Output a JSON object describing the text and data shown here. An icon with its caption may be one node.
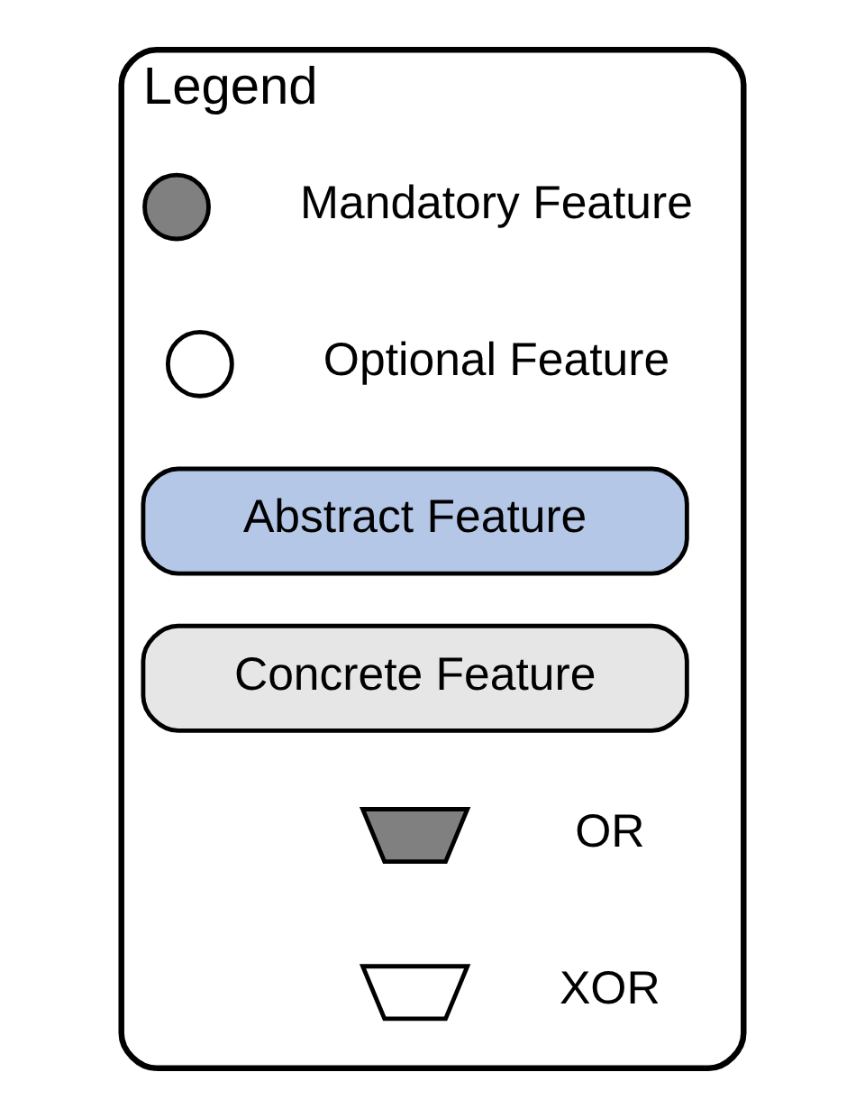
{
  "diagram": {
    "nodes": [
      {
        "text": [
          "Legend"
        ]
      },
      {
        "text": [],
        "shape": "circle",
        "in": 0
      },
      {
        "text": [],
        "shape": "circle",
        "in": 0
      },
      {
        "text": [
          "Abstract Feature"
        ],
        "in": 0
      },
      {
        "text": [
          "Concrete Feature"
        ],
        "in": 0
      },
      {
        "text": [],
        "shape": "semicircle",
        "in": 0
      },
      {
        "text": [],
        "shape": "semicircle",
        "in": 0
      }
    ],
    "edges": [],
    "legend": [
      {
        "text": "Mandatory Feature"
      },
      {
        "text": "Optional Feature"
      },
      {
        "text": "OR"
      },
      {
        "text": "XOR"
      }
    ]
  }
}
